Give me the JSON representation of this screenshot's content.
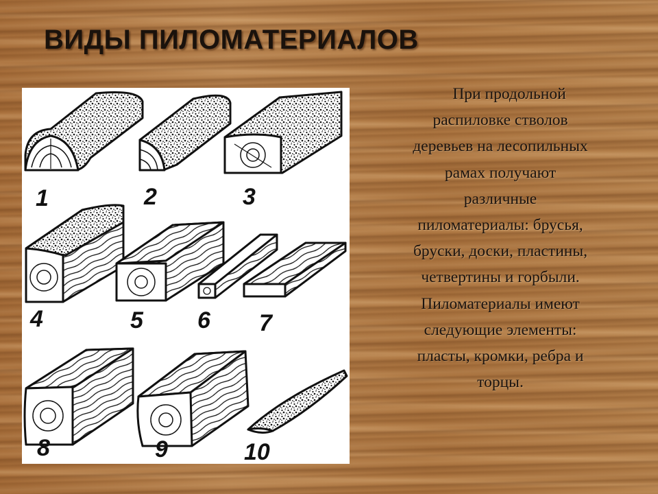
{
  "slide": {
    "title": "ВИДЫ ПИЛОМАТЕРИАЛОВ",
    "text_lines": [
      "При продольной",
      "распиловке стволов",
      "деревьев на лесопильных",
      "рамах получают",
      "различные",
      "пиломатериалы: брусья,",
      "бруски, доски, пластины,",
      "четвертины и горбыли.",
      "Пиломатериалы имеют",
      "следующие элементы:",
      "пласты, кромки, ребра и",
      "торцы."
    ]
  },
  "figure": {
    "labels": [
      "1",
      "2",
      "3",
      "4",
      "5",
      "6",
      "7",
      "8",
      "9",
      "10"
    ]
  },
  "colors": {
    "background": "#b07a45",
    "title": "#1a120c",
    "text": "#1b1410",
    "panel": "#ffffff"
  }
}
